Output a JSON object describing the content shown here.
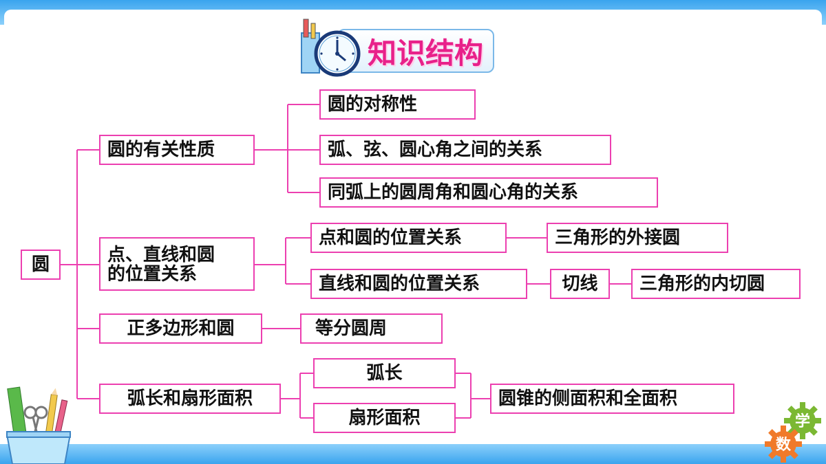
{
  "title": "知识结构",
  "root": "圆",
  "branches": {
    "b1": "圆的有关性质",
    "b2_line1": "点、直线和圆",
    "b2_line2": "的位置关系",
    "b3": "正多边形和圆",
    "b4": "弧长和扇形面积"
  },
  "leaves": {
    "l1": "圆的对称性",
    "l2": "弧、弦、圆心角之间的关系",
    "l3": "同弧上的圆周角和圆心角的关系",
    "l4": "点和圆的位置关系",
    "l5": "三角形的外接圆",
    "l6": "直线和圆的位置关系",
    "l7": "切线",
    "l8": "三角形的内切圆",
    "l9": "等分圆周",
    "l10": "弧长",
    "l11": "扇形面积",
    "l12": "圆锥的侧面积和全面积"
  },
  "badges": {
    "top": "学",
    "bottom": "数"
  },
  "colors": {
    "connector": "#ec3fb0",
    "band": "#3aa4ee",
    "title": "#e8218a"
  }
}
